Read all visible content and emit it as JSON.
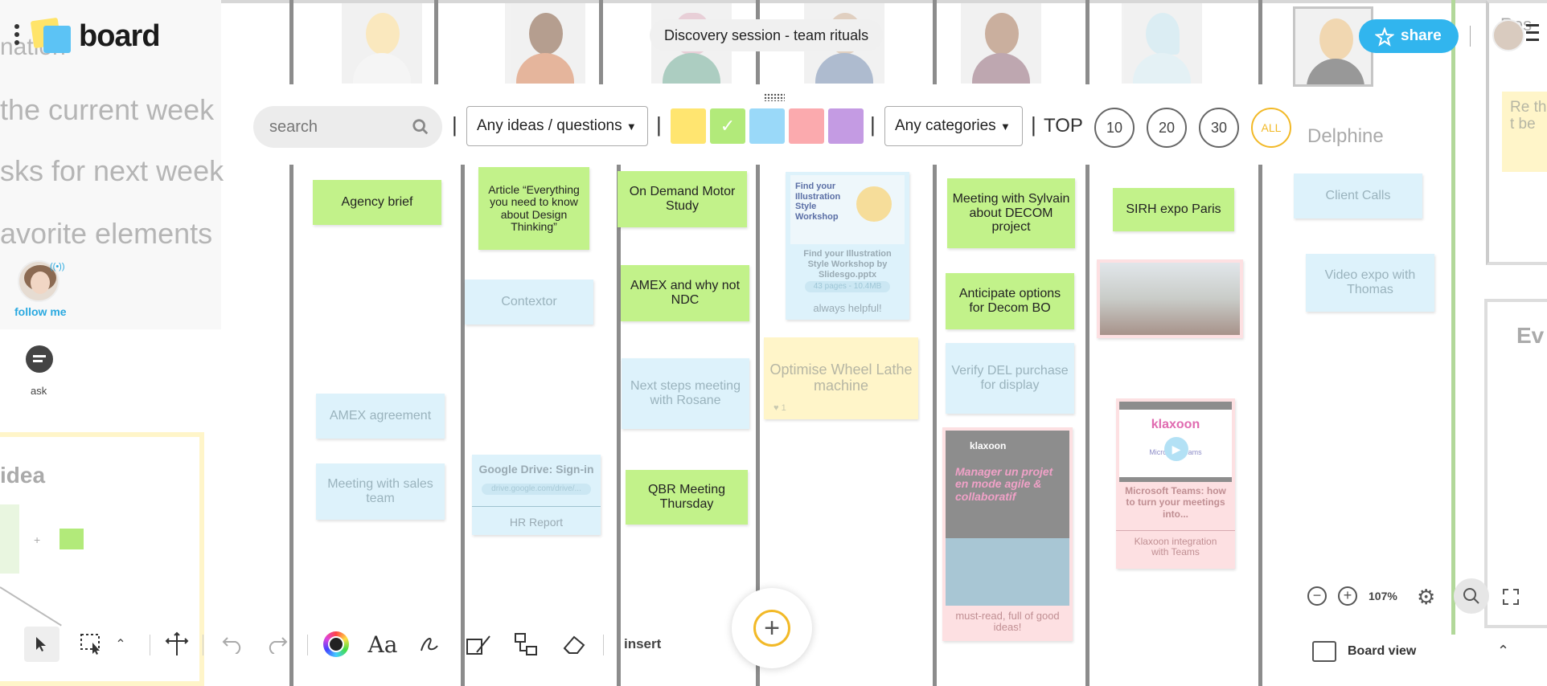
{
  "app": {
    "logo_text": "board"
  },
  "session": {
    "title": "Discovery session - team rituals"
  },
  "share": {
    "label": "share"
  },
  "background_text": [
    "nation",
    "the current week",
    "sks for next week",
    "avorite elements"
  ],
  "filters": {
    "search_placeholder": "search",
    "ideas_dropdown": "Any ideas / questions",
    "categories_dropdown": "Any categories",
    "top_label": "TOP",
    "top_options": [
      "10",
      "20",
      "30",
      "ALL"
    ],
    "color_swatches": [
      "#ffe570",
      "#b2ea7a",
      "#9ad9f9",
      "#fbaaae",
      "#c49be3"
    ],
    "selected_swatch_index": 1
  },
  "column_name": "Delphine",
  "notes": {
    "agency_brief": "Agency brief",
    "article": "Article “Everything you need to know about Design Thinking”",
    "on_demand": "On Demand Motor Study",
    "amex_ndc": "AMEX and why not NDC",
    "contextor": "Contextor",
    "next_steps": "Next steps meeting with Rosane",
    "qbr": "QBR Meeting Thursday",
    "amex_agreement": "AMEX agreement",
    "meeting_sales": "Meeting with sales team",
    "optimise": "Optimise Wheel Lathe machine",
    "optimise_likes": "1",
    "meeting_sylvain": "Meeting with Sylvain about DECOM project",
    "anticipate": "Anticipate options for Decom BO",
    "verify": "Verify DEL purchase for display",
    "sirh": "SIRH expo Paris",
    "client_calls": "Client Calls",
    "video_expo": "Video expo with Thomas"
  },
  "cards": {
    "illustration": {
      "image_text": "Find your Illustration Style Workshop",
      "title": "Find your Illustration Style Workshop by Slidesgo.pptx",
      "meta": "43 pages - 10.4MB",
      "comment": "always helpful!"
    },
    "gdrive": {
      "title": "Google Drive: Sign-in",
      "url": "drive.google.com/drive/...",
      "caption": "HR Report"
    },
    "klaxoon_pdf": {
      "brand": "klaxoon",
      "headline": "Manager un projet en mode agile & collaboratif",
      "caption": "must-read, full of good ideas!"
    },
    "teams": {
      "brand": "klaxoon",
      "sub": "Microsoft Teams",
      "title": "Microsoft Teams: how to turn your meetings into...",
      "caption": "Klaxoon integration with Teams"
    }
  },
  "left_panel": {
    "follow_label": "follow me",
    "ask_label": "ask",
    "idea_title": "idea"
  },
  "right_partial": {
    "frame1_text": "Re the t be",
    "frame2_text": "Ev",
    "top_text": "Res"
  },
  "toolbar": {
    "insert_label": "insert"
  },
  "zoom": {
    "level": "107%"
  },
  "board_view": {
    "label": "Board view"
  }
}
